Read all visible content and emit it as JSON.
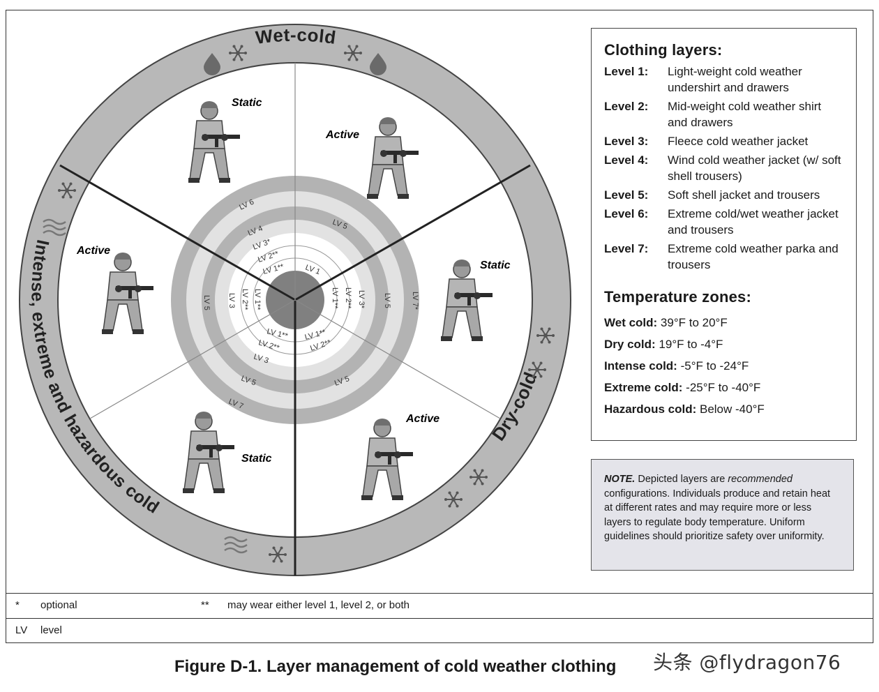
{
  "figure": {
    "caption": "Figure D-1. Layer management of cold weather clothing",
    "watermark": "头条 @flydragon76"
  },
  "wheel": {
    "sectors": [
      {
        "name": "Wet-cold",
        "label": "Wet-cold",
        "icons": [
          "droplet-icon",
          "snowflake-icon",
          "snowflake-icon",
          "droplet-icon"
        ]
      },
      {
        "name": "Dry-cold",
        "label": "Dry-cold",
        "icons": [
          "snowflake-icon",
          "snowflake-icon",
          "snowflake-icon",
          "snowflake-icon"
        ]
      },
      {
        "name": "Intense",
        "label": "Intense, extreme and hazardous cold",
        "icons": [
          "snowflake-icon",
          "wind-icon",
          "wind-icon",
          "snowflake-icon"
        ]
      }
    ],
    "figures": [
      {
        "state": "Static",
        "sector": "Wet-cold"
      },
      {
        "state": "Active",
        "sector": "Wet-cold"
      },
      {
        "state": "Static",
        "sector": "Dry-cold"
      },
      {
        "state": "Active",
        "sector": "Dry-cold"
      },
      {
        "state": "Static",
        "sector": "Intense"
      },
      {
        "state": "Active",
        "sector": "Intense"
      }
    ],
    "ring_labels": {
      "wet_static": [
        "LV 6",
        "LV 4",
        "LV 3*",
        "LV 2**",
        "LV 1**"
      ],
      "wet_active": [
        "LV 5",
        "LV 1"
      ],
      "dry_static": [
        "LV 7*",
        "LV 5",
        "LV 3*",
        "LV 2**",
        "LV 1**"
      ],
      "dry_active": [
        "LV 5",
        "LV 2**",
        "LV 1**"
      ],
      "intense_static": [
        "LV 7",
        "LV 5",
        "LV 3",
        "LV 2**",
        "LV 1**"
      ],
      "intense_active": [
        "LV 5",
        "LV 3",
        "LV 2**",
        "LV 1**"
      ]
    },
    "colors": {
      "ring_dark": "#b3b3b3",
      "ring_light": "#e2e2e2",
      "hub": "#808080",
      "outer_band": "#b8b8b8"
    }
  },
  "clothing": {
    "title": "Clothing layers:",
    "levels": [
      {
        "level": "Level 1:",
        "desc": "Light-weight cold weather undershirt and drawers"
      },
      {
        "level": "Level 2:",
        "desc": "Mid-weight cold weather shirt and drawers"
      },
      {
        "level": "Level 3:",
        "desc": "Fleece cold weather jacket"
      },
      {
        "level": "Level 4:",
        "desc": "Wind cold weather jacket (w/ soft shell trousers)"
      },
      {
        "level": "Level 5:",
        "desc": "Soft shell jacket and trousers"
      },
      {
        "level": "Level 6:",
        "desc": "Extreme cold/wet weather jacket and trousers"
      },
      {
        "level": "Level 7:",
        "desc": "Extreme cold weather parka and trousers"
      }
    ]
  },
  "temperature": {
    "title": "Temperature zones:",
    "zones": [
      {
        "name": "Wet cold:",
        "range": "39°F to 20°F"
      },
      {
        "name": "Dry cold:",
        "range": "19°F to -4°F"
      },
      {
        "name": "Intense cold:",
        "range": "-5°F to -24°F"
      },
      {
        "name": "Extreme cold:",
        "range": "-25°F to -40°F"
      },
      {
        "name": "Hazardous cold:",
        "range": "Below -40°F"
      }
    ]
  },
  "note": {
    "label": "NOTE.",
    "pre": "Depicted layers are",
    "em": "recommended",
    "post": "configurations. Individuals produce and retain heat at different rates and may require more or less layers to regulate body temperature. Uniform guidelines should prioritize safety over uniformity."
  },
  "footnotes": {
    "star_symbol": "*",
    "star_text": "optional",
    "dstar_symbol": "**",
    "dstar_text": "may wear either level 1, level 2, or both",
    "lv_symbol": "LV",
    "lv_text": "level"
  }
}
